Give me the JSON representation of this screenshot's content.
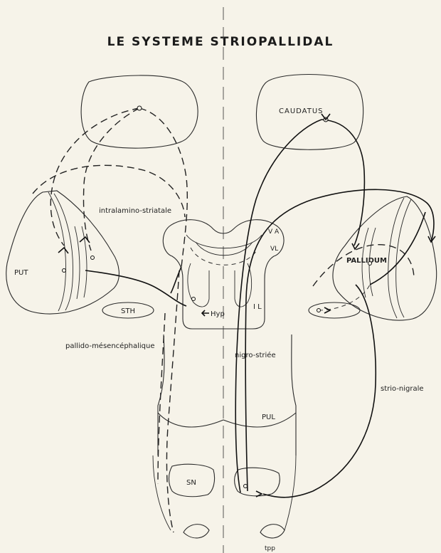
{
  "title": "LE SYSTEME STRIOPALLIDAL",
  "labels": {
    "caudatus": "CAUDATUS",
    "put": "PUT",
    "pallidum": "PALLIDUM",
    "sth": "STH",
    "hyp": "Hyp",
    "il": "I L",
    "va": "V A",
    "vl": "VL",
    "pul": "PUL",
    "sn": "SN",
    "tpp": "tpp",
    "intralamino_striatale": "intralamino-striatale",
    "pallido_mesencephalique": "pallido-mésencéphalique",
    "nigro_striee": "nigro-striée",
    "strio_nigrale": "strio-nigrale"
  },
  "legend_styles": {
    "solid_fiber": "#111111",
    "dashed_fiber": "#222222",
    "background": "#f6f3e9"
  }
}
